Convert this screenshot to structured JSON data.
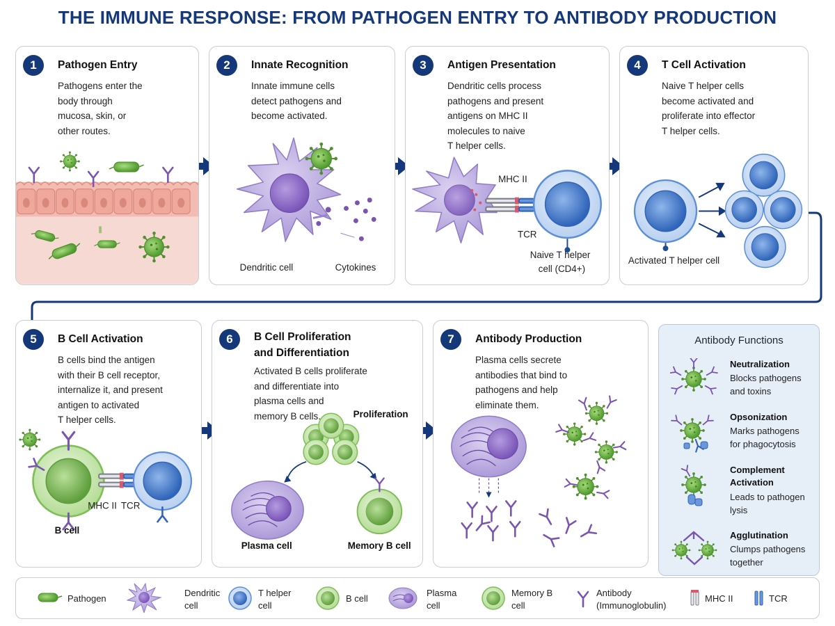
{
  "title": "THE IMMUNE RESPONSE: FROM PATHOGEN ENTRY TO ANTIBODY PRODUCTION",
  "steps": [
    {
      "num": "1",
      "title": "Pathogen Entry",
      "desc": "Pathogens enter the\nbody through\nmucosa, skin, or\nother routes."
    },
    {
      "num": "2",
      "title": "Innate Recognition",
      "desc": "Innate immune cells\ndetect pathogens and\nbecome activated.",
      "labels": [
        "Dendritic cell",
        "Cytokines"
      ]
    },
    {
      "num": "3",
      "title": "Antigen Presentation",
      "desc": "Dendritic cells process\npathogens and present\nantigens on MHC II\nmolecules to naive\nT helper cells.",
      "labels": [
        "MHC II",
        "TCR",
        "Naive T helper",
        "cell (CD4+)"
      ]
    },
    {
      "num": "4",
      "title": "T Cell Activation",
      "desc": "Naive T helper cells\nbecome activated and\nproliferate into effector\nT helper cells.",
      "labels": [
        "Activated T helper cell"
      ]
    },
    {
      "num": "5",
      "title": "B Cell Activation",
      "desc": "B cells bind the antigen\nwith their B cell receptor,\ninternalize it, and present\nantigen to activated\nT helper cells.",
      "labels": [
        "MHC II",
        "TCR",
        "B cell"
      ]
    },
    {
      "num": "6",
      "title": "B Cell Proliferation\nand Differentiation",
      "desc": "Activated B cells proliferate\nand differentiate into\nplasma cells and\nmemory B cells.",
      "labels": [
        "Proliferation",
        "Plasma cell",
        "Memory B cell"
      ]
    },
    {
      "num": "7",
      "title": "Antibody Production",
      "desc": "Plasma cells secrete\nantibodies that bind to\npathogens and help\neliminate them."
    }
  ],
  "functions": {
    "title": "Antibody Functions",
    "items": [
      {
        "name": "Neutralization",
        "desc": "Blocks pathogens\nand toxins"
      },
      {
        "name": "Opsonization",
        "desc": "Marks pathogens\nfor phagocytosis"
      },
      {
        "name": "Complement\nActivation",
        "desc": "Leads to pathogen\nlysis"
      },
      {
        "name": "Agglutination",
        "desc": "Clumps pathogens\ntogether"
      }
    ]
  },
  "legend": [
    {
      "icon": "pathogen-icon",
      "label": "Pathogen"
    },
    {
      "icon": "dendritic-cell-icon",
      "label": "Dendritic\ncell"
    },
    {
      "icon": "t-helper-cell-icon",
      "label": "T helper\ncell"
    },
    {
      "icon": "b-cell-icon",
      "label": "B cell"
    },
    {
      "icon": "plasma-cell-icon",
      "label": "Plasma\ncell"
    },
    {
      "icon": "memory-b-cell-icon",
      "label": "Memory B\ncell"
    },
    {
      "icon": "antibody-icon",
      "label": "Antibody\n(Immunoglobulin)"
    },
    {
      "icon": "mhc-ii-icon",
      "label": "MHC II"
    },
    {
      "icon": "tcr-icon",
      "label": "TCR"
    }
  ],
  "colors": {
    "navy": "#14387a",
    "pathogen_green": "#6fb043",
    "dendritic_purple": "#b4a3dc",
    "t_cell_blue": "#4a80cf",
    "b_cell_green": "#8ac56a",
    "antibody_purple": "#7a55b0"
  }
}
